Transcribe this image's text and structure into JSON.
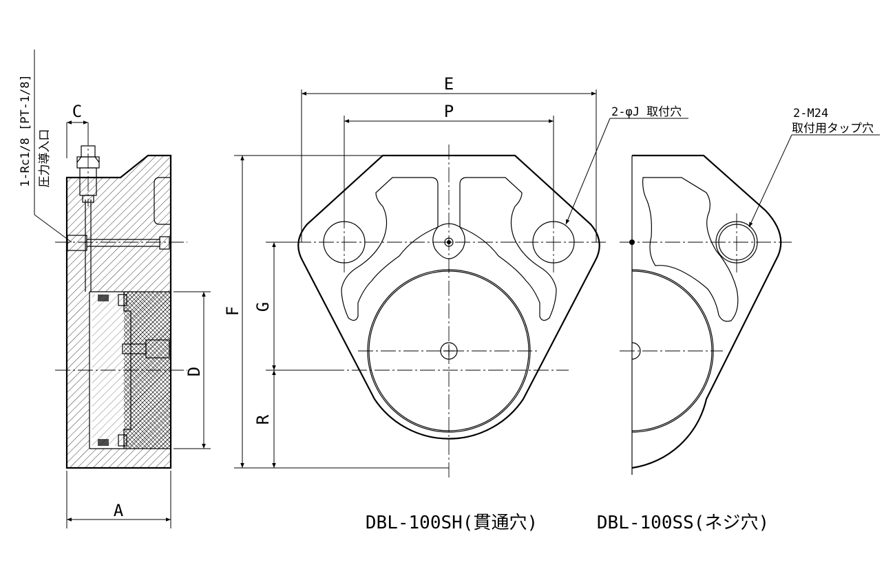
{
  "dimensions": {
    "A": "A",
    "C": "C",
    "D": "D",
    "E": "E",
    "P": "P",
    "F": "F",
    "G": "G",
    "R": "R"
  },
  "notes": {
    "port_line1": "1-Rc1/8 [PT-1/8]",
    "port_line2": "圧力導入口",
    "mount_hole": "2-φJ 取付穴",
    "tap_line1": "2-M24",
    "tap_line2": "取付用タップ穴"
  },
  "captions": {
    "through_hole": "DBL-100SH(貫通穴)",
    "screw_hole": "DBL-100SS(ネジ穴)"
  }
}
